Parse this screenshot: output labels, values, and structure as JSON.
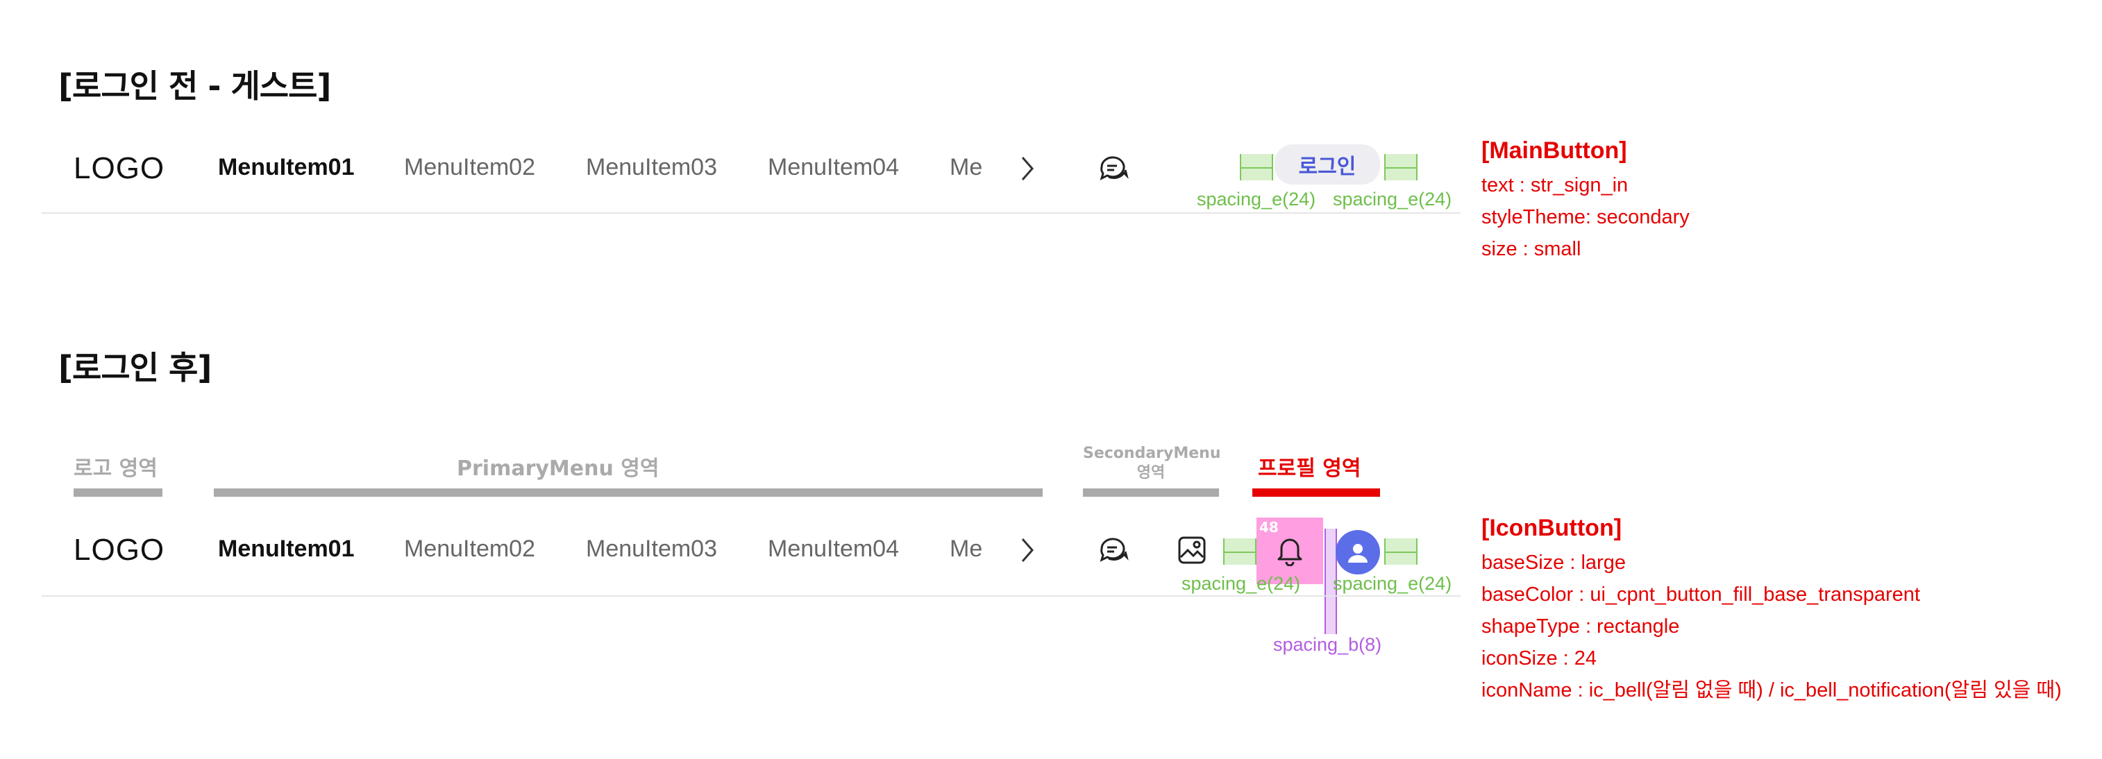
{
  "guest": {
    "title": "[로그인 전 - 게스트]",
    "logo": "LOGO",
    "menu": [
      "MenuItem01",
      "MenuItem02",
      "MenuItem03",
      "MenuItem04",
      "Me"
    ],
    "login_button": "로그인",
    "spacing_left": "spacing_e(24)",
    "spacing_right": "spacing_e(24)",
    "annotation": {
      "title": "[MainButton]",
      "lines": [
        "text : str_sign_in",
        "styleTheme: secondary",
        "size : small"
      ]
    }
  },
  "member": {
    "title": "[로그인 후]",
    "areas": {
      "logo": "로고 영역",
      "primary": "PrimaryMenu 영역",
      "secondary_1": "SecondaryMenu",
      "secondary_2": "영역",
      "profile": "프로필 영역"
    },
    "logo": "LOGO",
    "menu": [
      "MenuItem01",
      "MenuItem02",
      "MenuItem03",
      "MenuItem04",
      "Me"
    ],
    "bell_size_badge": "48",
    "spacing_left": "spacing_e(24)",
    "spacing_right": "spacing_e(24)",
    "spacing_bell": "spacing_b(8)",
    "annotation": {
      "title": "[IconButton]",
      "lines": [
        "baseSize : large",
        "baseColor : ui_cpnt_button_fill_base_transparent",
        "shapeType : rectangle",
        "iconSize : 24",
        "iconName : ic_bell(알림 없을 때) / ic_bell_notification(알림 있을 때)"
      ]
    }
  },
  "colors": {
    "accent_red": "#e60000",
    "spacing_green": "#6dbf4a",
    "spacing_purple": "#b35de0",
    "avatar_blue": "#5b6ee8",
    "highlight_pink": "#ff9ee0",
    "area_grey": "#aaaaaa"
  },
  "icons": {
    "chat": "chat-bubbles-icon",
    "image": "image-icon",
    "bell": "bell-icon",
    "avatar": "person-icon",
    "next": "chevron-right-icon"
  }
}
